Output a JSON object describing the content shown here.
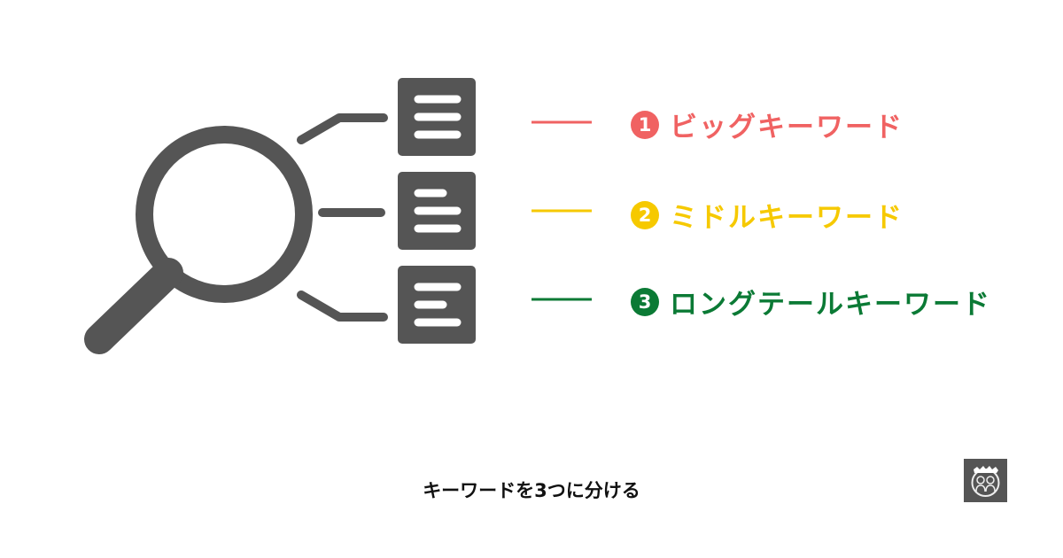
{
  "colors": {
    "icon": "#555555",
    "big": "#f06262",
    "middle": "#f6c900",
    "longtail": "#0b7a35"
  },
  "items": [
    {
      "num": "1",
      "label": "ビッグキーワード",
      "color": "#f06262"
    },
    {
      "num": "2",
      "label": "ミドルキーワード",
      "color": "#f6c900"
    },
    {
      "num": "3",
      "label": "ロングテールキーワード",
      "color": "#0b7a35"
    }
  ],
  "caption": "キーワードを3つに分ける",
  "icons": {
    "main": "magnifier-icon",
    "docs": "document-icon",
    "logo": "face-logo-icon"
  }
}
